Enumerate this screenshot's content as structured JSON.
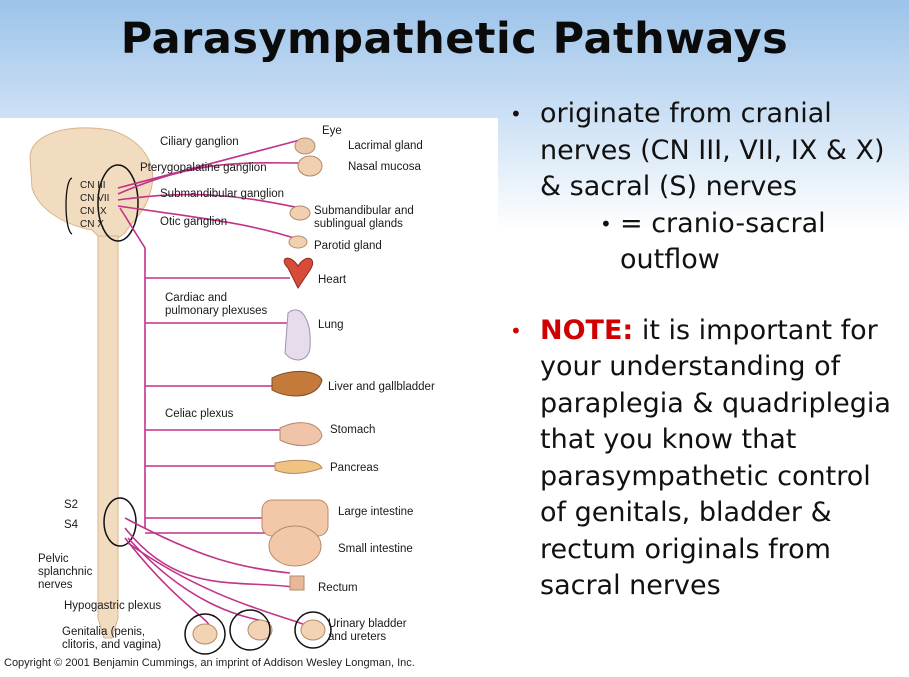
{
  "title": "Parasympathetic Pathways",
  "bullets": {
    "b1": "originate from cranial nerves (CN III, VII, IX & X) & sacral (S) nerves",
    "b1_sub": "= cranio-sacral outflow",
    "note_keyword": "NOTE:",
    "note_text": "it is important for your understanding of paraplegia & quadriplegia that you know that parasympathetic control of genitals, bladder & rectum originals from sacral nerves"
  },
  "diagram": {
    "cranial_nerves": [
      "CN III",
      "CN VII",
      "CN IX",
      "CN X"
    ],
    "ganglia": [
      "Ciliary ganglion",
      "Pterygopalatine ganglion",
      "Submandibular ganglion",
      "Otic ganglion"
    ],
    "plexuses": [
      "Cardiac and",
      "pulmonary plexuses",
      "Celiac plexus",
      "Hypogastric plexus"
    ],
    "organs": {
      "eye": "Eye",
      "lacrimal": "Lacrimal gland",
      "nasal": "Nasal mucosa",
      "submand_1": "Submandibular and",
      "submand_2": "sublingual glands",
      "parotid": "Parotid gland",
      "heart": "Heart",
      "lung": "Lung",
      "liver": "Liver and gallbladder",
      "stomach": "Stomach",
      "pancreas": "Pancreas",
      "large_int": "Large intestine",
      "small_int": "Small intestine",
      "rectum": "Rectum",
      "bladder_1": "Urinary bladder",
      "bladder_2": "and ureters",
      "genitalia_1": "Genitalia (penis,",
      "genitalia_2": "clitoris, and vagina)"
    },
    "sacral": [
      "S2",
      "S4"
    ],
    "pelvic": [
      "Pelvic",
      "splanchnic",
      "nerves"
    ]
  },
  "copyright": "Copyright © 2001 Benjamin Cummings, an imprint of Addison Wesley Longman, Inc.",
  "colors": {
    "nerve": "#c2338a",
    "spinal": "#f2dcc0",
    "note": "#d00000"
  }
}
